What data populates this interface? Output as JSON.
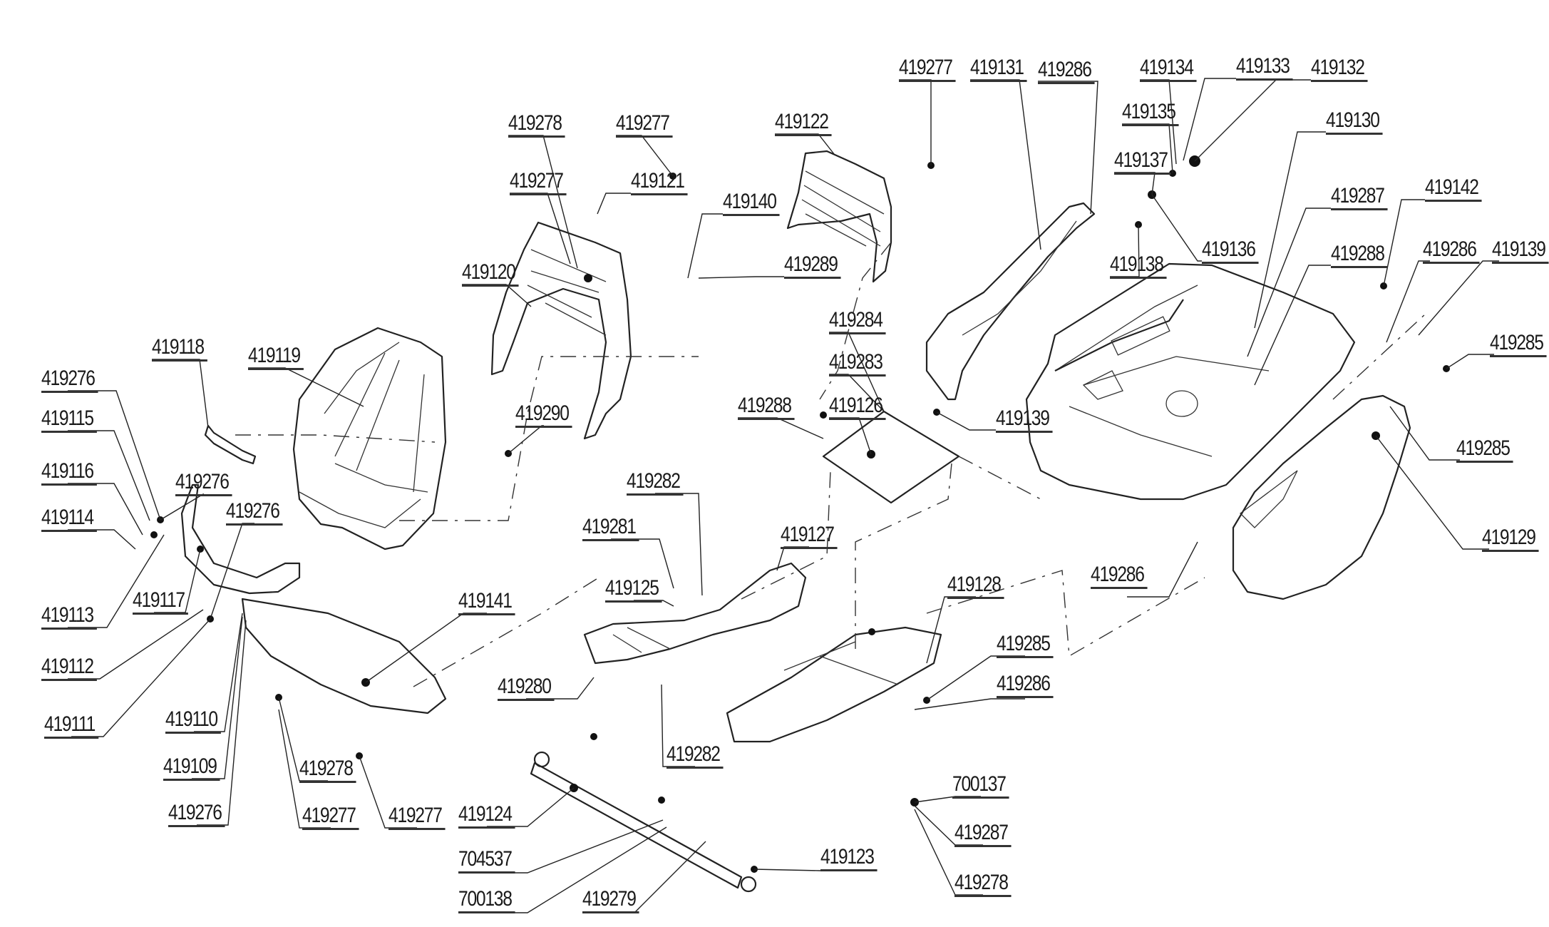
{
  "diagram": {
    "type": "exploded-parts-view",
    "parts": [
      {
        "id": "p01",
        "part_number": "419277"
      },
      {
        "id": "p02",
        "part_number": "419131"
      },
      {
        "id": "p03",
        "part_number": "419286"
      },
      {
        "id": "p04",
        "part_number": "419134"
      },
      {
        "id": "p05",
        "part_number": "419133"
      },
      {
        "id": "p06",
        "part_number": "419132"
      },
      {
        "id": "p07",
        "part_number": "419135"
      },
      {
        "id": "p08",
        "part_number": "419130"
      },
      {
        "id": "p09",
        "part_number": "419137"
      },
      {
        "id": "p10",
        "part_number": "419287"
      },
      {
        "id": "p11",
        "part_number": "419142"
      },
      {
        "id": "p12",
        "part_number": "419136"
      },
      {
        "id": "p13",
        "part_number": "419138"
      },
      {
        "id": "p14",
        "part_number": "419288"
      },
      {
        "id": "p15",
        "part_number": "419286"
      },
      {
        "id": "p16",
        "part_number": "419139"
      },
      {
        "id": "p17",
        "part_number": "419285"
      },
      {
        "id": "p18",
        "part_number": "419285"
      },
      {
        "id": "p19",
        "part_number": "419129"
      },
      {
        "id": "p20",
        "part_number": "419278"
      },
      {
        "id": "p21",
        "part_number": "419277"
      },
      {
        "id": "p22",
        "part_number": "419122"
      },
      {
        "id": "p23",
        "part_number": "419277"
      },
      {
        "id": "p24",
        "part_number": "419121"
      },
      {
        "id": "p25",
        "part_number": "419140"
      },
      {
        "id": "p26",
        "part_number": "419120"
      },
      {
        "id": "p27",
        "part_number": "419289"
      },
      {
        "id": "p28",
        "part_number": "419284"
      },
      {
        "id": "p29",
        "part_number": "419283"
      },
      {
        "id": "p30",
        "part_number": "419288"
      },
      {
        "id": "p31",
        "part_number": "419126"
      },
      {
        "id": "p32",
        "part_number": "419139"
      },
      {
        "id": "p33",
        "part_number": "419118"
      },
      {
        "id": "p34",
        "part_number": "419119"
      },
      {
        "id": "p35",
        "part_number": "419276"
      },
      {
        "id": "p36",
        "part_number": "419115"
      },
      {
        "id": "p37",
        "part_number": "419290"
      },
      {
        "id": "p38",
        "part_number": "419116"
      },
      {
        "id": "p39",
        "part_number": "419276"
      },
      {
        "id": "p40",
        "part_number": "419276"
      },
      {
        "id": "p41",
        "part_number": "419114"
      },
      {
        "id": "p42",
        "part_number": "419282"
      },
      {
        "id": "p43",
        "part_number": "419281"
      },
      {
        "id": "p44",
        "part_number": "419127"
      },
      {
        "id": "p45",
        "part_number": "419117"
      },
      {
        "id": "p46",
        "part_number": "419113"
      },
      {
        "id": "p47",
        "part_number": "419125"
      },
      {
        "id": "p48",
        "part_number": "419141"
      },
      {
        "id": "p49",
        "part_number": "419128"
      },
      {
        "id": "p50",
        "part_number": "419286"
      },
      {
        "id": "p51",
        "part_number": "419112"
      },
      {
        "id": "p52",
        "part_number": "419285"
      },
      {
        "id": "p53",
        "part_number": "419280"
      },
      {
        "id": "p54",
        "part_number": "419286"
      },
      {
        "id": "p55",
        "part_number": "419111"
      },
      {
        "id": "p56",
        "part_number": "419110"
      },
      {
        "id": "p57",
        "part_number": "419282"
      },
      {
        "id": "p58",
        "part_number": "419109"
      },
      {
        "id": "p59",
        "part_number": "419278"
      },
      {
        "id": "p60",
        "part_number": "700137"
      },
      {
        "id": "p61",
        "part_number": "419276"
      },
      {
        "id": "p62",
        "part_number": "419277"
      },
      {
        "id": "p63",
        "part_number": "419277"
      },
      {
        "id": "p64",
        "part_number": "419124"
      },
      {
        "id": "p65",
        "part_number": "419287"
      },
      {
        "id": "p66",
        "part_number": "419123"
      },
      {
        "id": "p67",
        "part_number": "704537"
      },
      {
        "id": "p68",
        "part_number": "419278"
      },
      {
        "id": "p69",
        "part_number": "700138"
      },
      {
        "id": "p70",
        "part_number": "419279"
      }
    ]
  }
}
